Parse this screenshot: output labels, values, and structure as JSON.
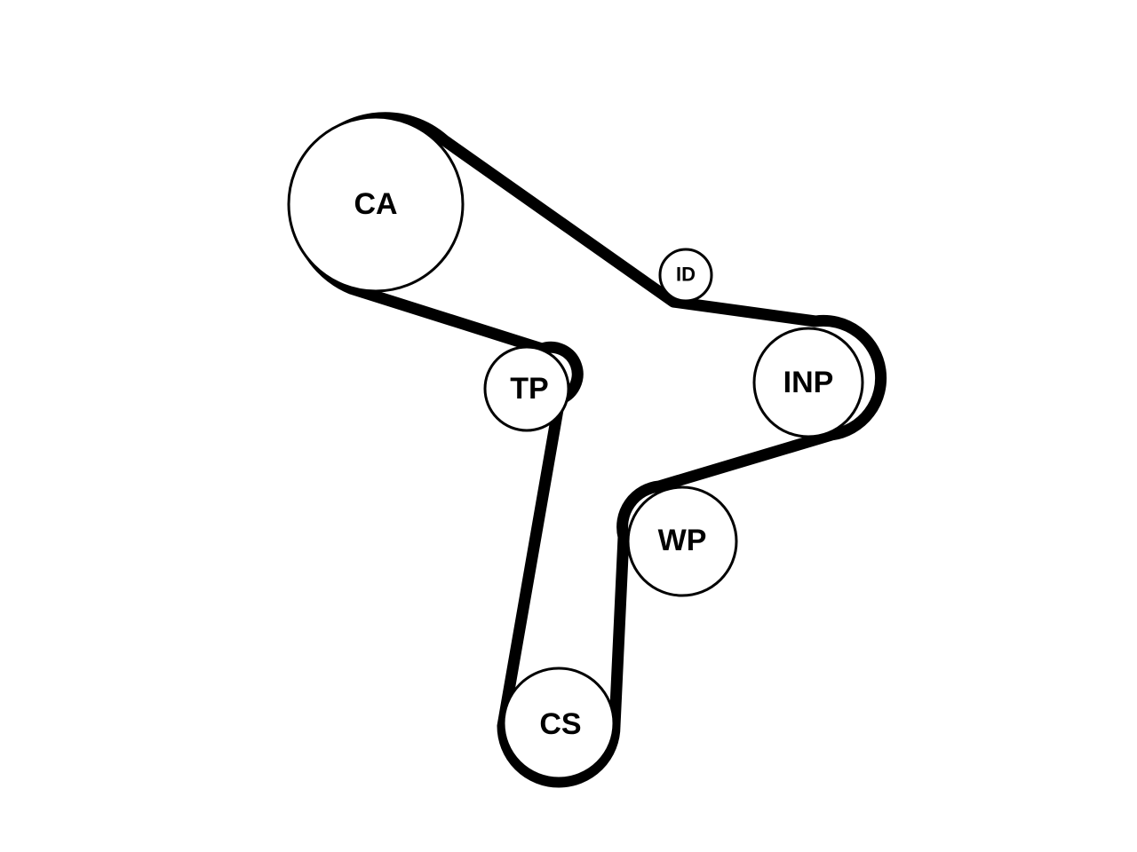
{
  "pulleys": {
    "ca": {
      "label": "CA"
    },
    "id": {
      "label": "ID"
    },
    "inp": {
      "label": "INP"
    },
    "tp": {
      "label": "TP"
    },
    "wp": {
      "label": "WP"
    },
    "cs": {
      "label": "CS"
    }
  }
}
